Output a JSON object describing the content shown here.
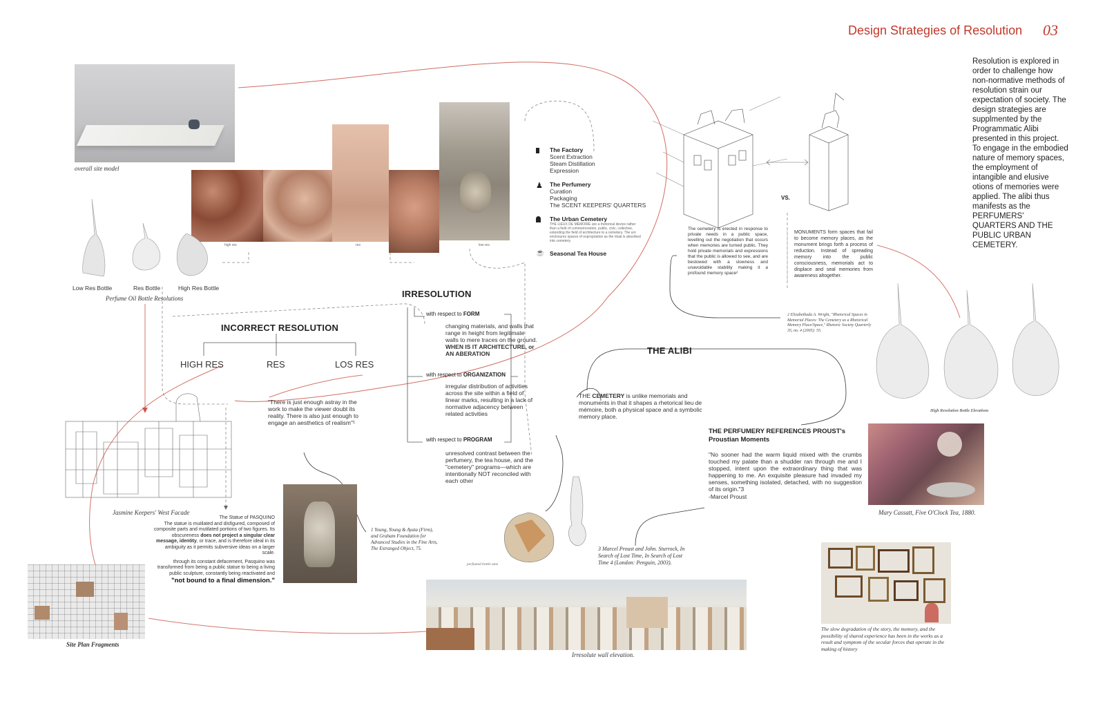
{
  "header": {
    "title": "Design Strategies of Resolution",
    "page_number": "03"
  },
  "intro_text": "Resolution is explored in order to challenge how non-normative methods of resolution strain our expectation of society. The design strategies are supplmented by the Programmatic Alibi presented in this project. To engage in the embodied nature of memory spaces, the employment of intangible and elusive otions of memories were applied. The alibi thus manifests as the PERFUMERS' QUARTERS AND THE PUBLIC URBAN CEMETERY.",
  "captions": {
    "site_model": "overall site model",
    "bottles_title": "Perfume Oil Bottle Resolutions",
    "bottle_low": "Low Res Bottle",
    "bottle_res": "Res Bottle",
    "bottle_high": "High Res Bottle",
    "facade": "Jasmine Keepers' West Facade",
    "site_plan": "Site Plan Fragments",
    "wall_elevation": "Irresolute wall elevation.",
    "perfumed_bottle": "perfumed bottle ume",
    "hr_bottle_elevations": "High Resolution Bottle Elevations",
    "cassatt": "Mary Cassatt, Five O'Clock Tea, 1880.",
    "degradation": "The slow degradation of the story, the memory, and the possibility of shared experience has been in the works as a result and symptom of the secular forces that operate in the making of history",
    "texture_high": "high res",
    "texture_res": "res",
    "texture_low": "low res"
  },
  "program_list": [
    {
      "title": "The Factory",
      "lines": [
        "Scent Extraction",
        "Steam Distillation",
        "Expression"
      ]
    },
    {
      "title": "The Perfumery",
      "lines": [
        "Curation",
        "Packaging",
        "The SCENT KEEPERS' QUARTERS"
      ]
    },
    {
      "title": "The Urban Cemetery",
      "lines": []
    },
    {
      "title": "Seasonal Tea House",
      "lines": []
    }
  ],
  "cemetery_small_text": "THE LIEUX DE MÉMOIRE are a rhetorical device rather than a field of commemoration, public, civic, collective, extending the field of architecture to a cemetery. The urn enclosures spaces of expropriation as the ritual is absorbed into cemetery.",
  "cemetery_note": "The cemetery is erected in response to private needs in a public space, levelling out the negotiation that occurs when memories are turned public. They hold private memorials and expressions that the public is allowed to see, and are bestowed with a slowness and unavoidable stability making it a profound memory space²",
  "monuments_note": "MONUMENTS form spaces that fail to become memory places, as the monument brings forth a process of reduction. Instead of spreading memory into the public consciousness, memorials act to displace and seal memories from awareness altogether.",
  "vs_label": "VS.",
  "footnote2": "2 Elizabethada A. Wright, \"Rhetorical Spaces in Memorial Places: The Cemetery as a Rhetorical Memory Place/Space,\" Rhetoric Society Quarterly 35, no. 4 (2005): 55.",
  "irresolution": {
    "title": "IRRESOLUTION",
    "form_prefix": "with respect to ",
    "form_label": "FORM",
    "form_text": "changing materials, and walls that range in height from legitimate walls to mere traces on the ground.",
    "form_bold": "WHEN IS IT ARCHITECTURE, or AN ABERATION",
    "org_prefix": "with respect to ",
    "org_label": "ORGANIZATION",
    "org_text": "irregular distribution of activities across the site within a field of linear marks, resulting in a lack of normative adjacency between related activities",
    "prog_prefix": "with respect to ",
    "prog_label": "PROGRAM",
    "prog_text": "unresolved contrast between the perfumery, the tea house, and the \"cemetery\" programs—which are intentionally NOT reconciled with each other"
  },
  "incorrect": {
    "title": "INCORRECT RESOLUTION",
    "high": "HIGH RES",
    "res": "RES",
    "low": "LOS RES",
    "quote": "\"There is just enough astray in the work to make the viewer doubt its reality. There is also just enough to engage an aesthetics of realism\"¹"
  },
  "pasquino": {
    "p1_a": "The Statue of PASQUINO",
    "p1_b": "The statue is mutilated and disfigured, composed of composite parts and mutilated portions of two figures. Its obscureness ",
    "p1_bold": "does not project a singular clear message, identity",
    "p1_c": ", or trace, and is therefore ideal in its ambiguity as it permits subversive ideas on a larger scale.",
    "p2": "through its constant defacement, Pasquino was transformed from being a public statue to being a living public sculpture, constantly being reactivated and",
    "p2_bold": "\"not bound to a final dimension.\""
  },
  "footnote1": "1 Young, Young & Ayata (Firm), and Graham Foundation for Advanced Studies in the Fine Arts, The Estranged Object, 75.",
  "alibi": {
    "title": "THE ALIBI",
    "cem_a": "THE ",
    "cem_bold": "CEMETERY",
    "cem_b": " is unlike memorials and monuments in that it shapes a rhetorical lieu de mémoire, both a physical space and a symbolic memory place."
  },
  "proust": {
    "title": "THE PERFUMERY REFERENCES PROUST's",
    "subtitle": "Proustian Moments",
    "quote": "\"No sooner had the warm liquid mixed with the crumbs touched my palate than a shudder ran through me and I stopped, intent upon the extraordinary thing that was happening to me. An exquisite pleasure had invaded my senses, something isolated, detached, with no suggestion of its origin.\"3",
    "author": "-Marcel Proust"
  },
  "footnote3": "3 Marcel Proust and John. Sturrock, In Search of Lost Time, In Search of Lost Time 4 (London: Penguin, 2003).",
  "colors": {
    "accent": "#c0392b",
    "text": "#222222",
    "dash": "#888888"
  }
}
